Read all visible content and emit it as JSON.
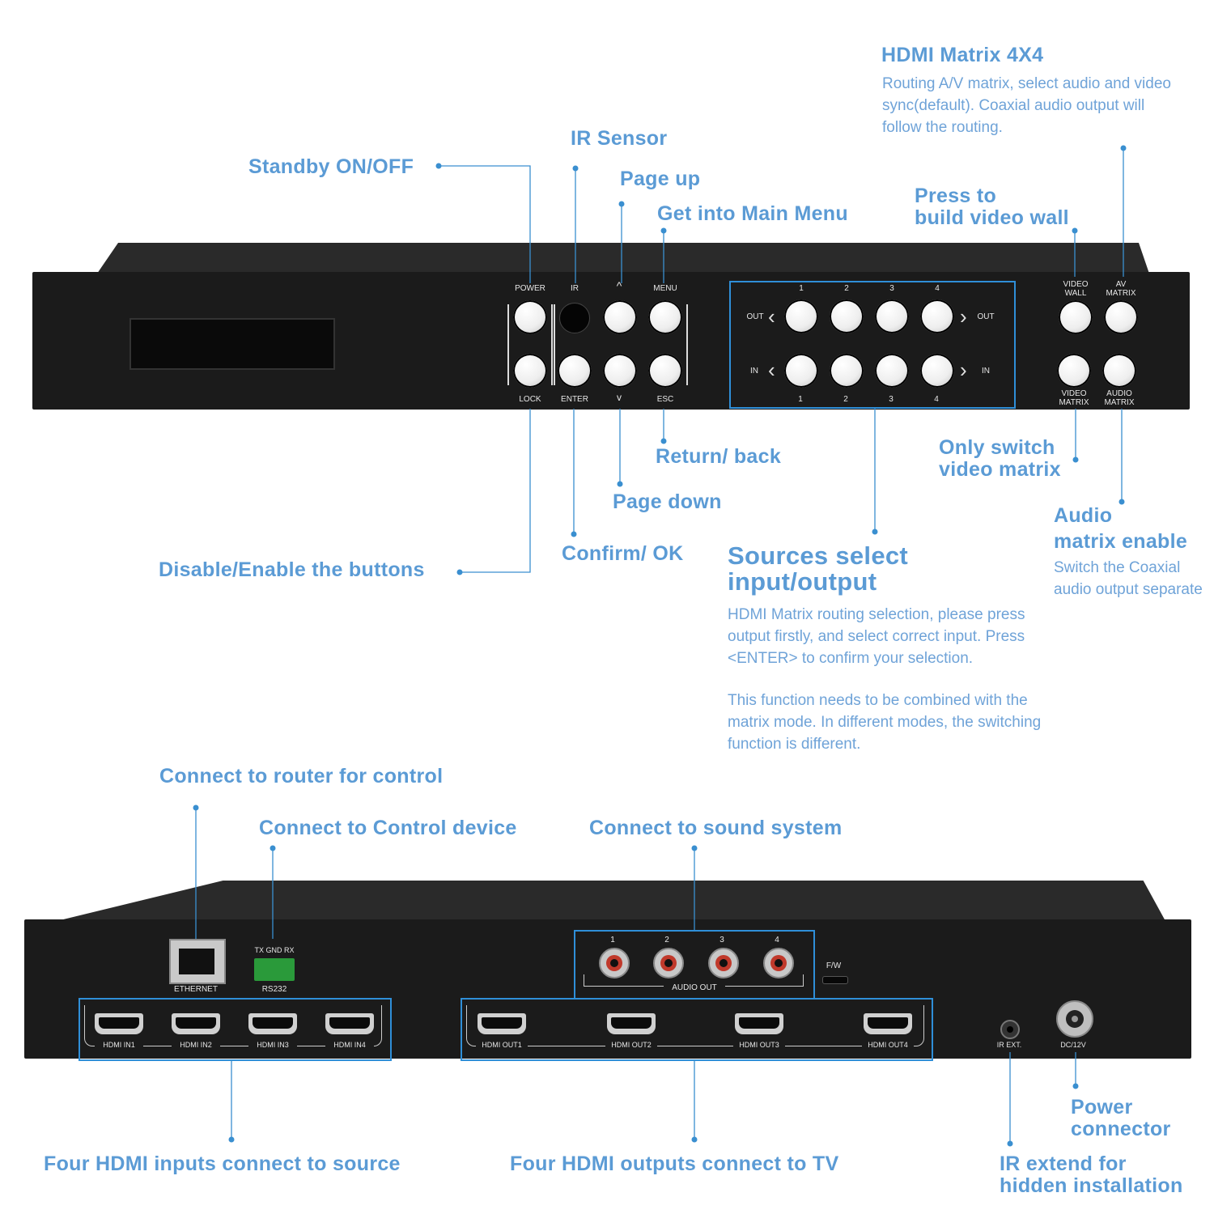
{
  "labels": {
    "hdmi_matrix_title": "HDMI Matrix 4X4",
    "hdmi_matrix_desc": "Routing A/V matrix, select audio and video sync(default). Coaxial audio output will follow the routing.",
    "standby": "Standby ON/OFF",
    "ir_sensor": "IR Sensor",
    "page_up": "Page up",
    "main_menu": "Get into Main Menu",
    "video_wall_l1": "Press to",
    "video_wall_l2": "build video wall",
    "return_back": "Return/ back",
    "page_down": "Page down",
    "confirm_ok": "Confirm/ OK",
    "disable_enable": "Disable/Enable the buttons",
    "only_switch_l1": "Only switch",
    "only_switch_l2": "video matrix",
    "audio_l1": "Audio",
    "audio_l2": "matrix enable",
    "audio_desc": "Switch the Coaxial audio output separate",
    "sources_l1": "Sources select",
    "sources_l2": "input/output",
    "sources_desc_1": "HDMI Matrix routing selection, please press output firstly, and select correct input. Press <ENTER> to confirm your selection.",
    "sources_desc_2": "This function needs to be combined with the matrix mode. In different modes, the switching function is different.",
    "router": "Connect to router for control",
    "control_device": "Connect to Control device",
    "sound_system": "Connect to sound system",
    "power_l1": "Power",
    "power_l2": "connector",
    "hdmi_inputs": "Four HDMI inputs connect to source",
    "hdmi_outputs": "Four HDMI outputs connect to TV",
    "ir_extend_l1": "IR extend for",
    "ir_extend_l2": "hidden installation"
  },
  "front": {
    "power": "POWER",
    "ir": "IR",
    "up": "^",
    "menu": "MENU",
    "lock": "LOCK",
    "enter": "ENTER",
    "down": "v",
    "esc": "ESC",
    "out": "OUT",
    "in": "IN",
    "nums": [
      "1",
      "2",
      "3",
      "4"
    ],
    "video_wall_l1": "VIDEO",
    "video_wall_l2": "WALL",
    "av_matrix_l1": "AV",
    "av_matrix_l2": "MATRIX",
    "video_matrix_l1": "VIDEO",
    "video_matrix_l2": "MATRIX",
    "audio_matrix_l1": "AUDIO",
    "audio_matrix_l2": "MATRIX"
  },
  "rear": {
    "ethernet": "ETHERNET",
    "rs232_pins": "TX GND RX",
    "rs232": "RS232",
    "audio_nums": [
      "1",
      "2",
      "3",
      "4"
    ],
    "audio_out": "AUDIO OUT",
    "fw": "F/W",
    "hdmi_in": [
      "HDMI IN1",
      "HDMI IN2",
      "HDMI IN3",
      "HDMI IN4"
    ],
    "hdmi_out": [
      "HDMI OUT1",
      "HDMI OUT2",
      "HDMI OUT3",
      "HDMI OUT4"
    ],
    "ir_ext": "IR EXT.",
    "dc": "DC/12V"
  },
  "colors": {
    "accent": "#5b9bd5",
    "line": "#3a8fd0",
    "panel": "#1b1b1b"
  }
}
